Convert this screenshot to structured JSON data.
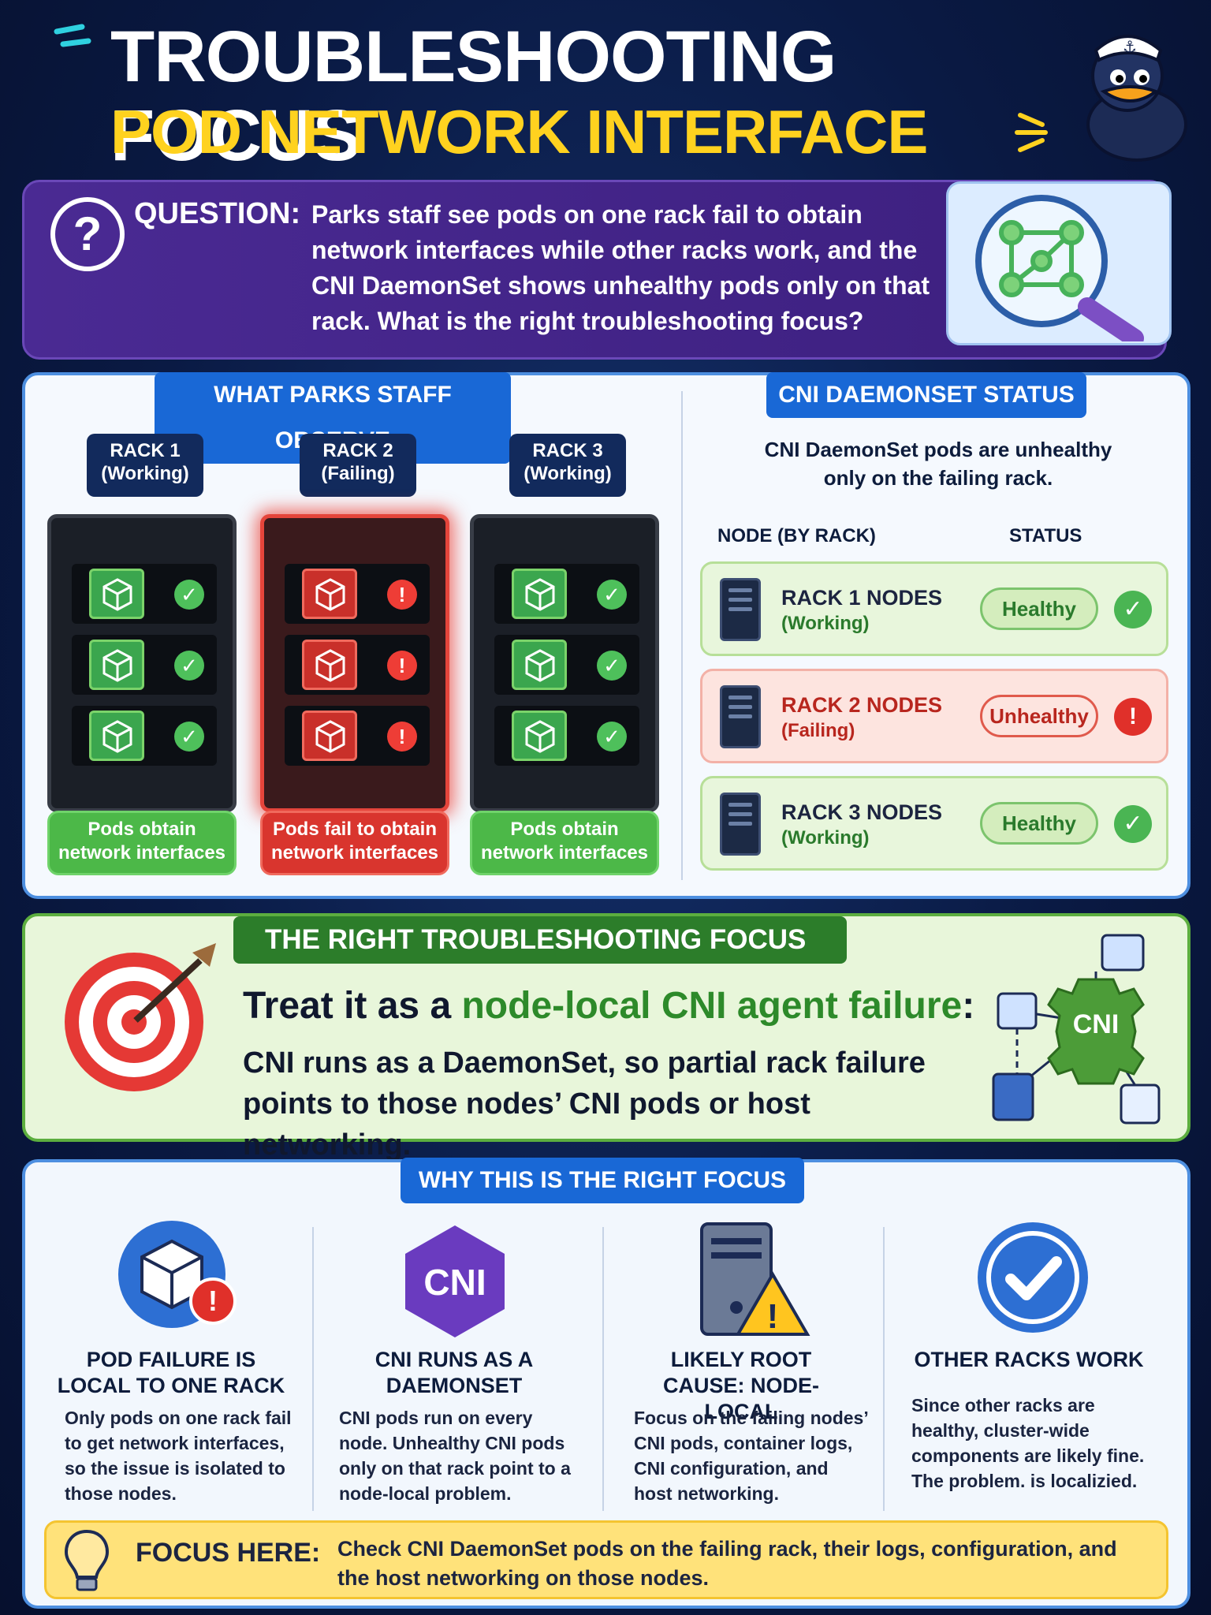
{
  "header": {
    "title": "TROUBLESHOOTING FOCUS",
    "subtitle": "POD NETWORK INTERFACE ISSUES"
  },
  "question": {
    "label": "QUESTION:",
    "text": "Parks staff see pods on one rack fail to obtain network interfaces while other racks work, and the CNI DaemonSet shows unhealthy pods only on that rack. What is the right troubleshooting focus?"
  },
  "observe": {
    "tag": "WHAT PARKS STAFF OBSERVE",
    "racks": [
      {
        "name": "RACK 1",
        "state": "(Working)",
        "caption": "Pods obtain network interfaces",
        "failing": false
      },
      {
        "name": "RACK 2",
        "state": "(Failing)",
        "caption": "Pods fail to obtain network interfaces",
        "failing": true
      },
      {
        "name": "RACK 3",
        "state": "(Working)",
        "caption": "Pods obtain network interfaces",
        "failing": false
      }
    ]
  },
  "daemonset": {
    "tag": "CNI DAEMONSET STATUS",
    "intro": "CNI DaemonSet pods are unhealthy only on the failing rack.",
    "col_node": "NODE (BY RACK)",
    "col_status": "STATUS",
    "nodes": [
      {
        "name": "RACK 1 NODES",
        "state": "(Working)",
        "status": "Healthy"
      },
      {
        "name": "RACK 2 NODES",
        "state": "(Failing)",
        "status": "Unhealthy"
      },
      {
        "name": "RACK 3 NODES",
        "state": "(Working)",
        "status": "Healthy"
      }
    ]
  },
  "focus": {
    "tag": "THE RIGHT TROUBLESHOOTING FOCUS",
    "headline_prefix": "Treat it as a ",
    "headline_highlight": "node-local CNI agent failure",
    "headline_suffix": ":",
    "body": "CNI runs as a DaemonSet, so partial rack failure points to those nodes’ CNI pods or host networking.",
    "gear_label": "CNI"
  },
  "why": {
    "tag": "WHY THIS IS THE RIGHT FOCUS",
    "columns": [
      {
        "title": "POD FAILURE IS LOCAL TO ONE RACK",
        "text": "Only pods on one rack fail to get network interfaces, so the issue is isolated to those nodes."
      },
      {
        "title": "CNI RUNS AS A DAEMONSET",
        "text": "CNI pods run on every node. Unhealthy CNI pods only on that rack point to a node-local problem.",
        "icon_label": "CNI"
      },
      {
        "title": "LIKELY ROOT CAUSE: NODE-LOCAL",
        "text": "Focus on the failing nodes’ CNI pods, container logs, CNI configuration, and host networking."
      },
      {
        "title": "OTHER RACKS WORK",
        "text": "Since other racks are healthy, cluster-wide components are likely fine. The problem. is localizied."
      }
    ]
  },
  "focus_here": {
    "label": "FOCUS HERE:",
    "text": "Check CNI DaemonSet pods on the failing rack, their logs, configuration, and the host networking on those nodes."
  },
  "colors": {
    "navy": "#0a1a44",
    "yellow": "#ffd21f",
    "purple": "#4a2a93",
    "blue": "#1968d6",
    "green": "#2c7d2a",
    "red": "#e0302a"
  }
}
